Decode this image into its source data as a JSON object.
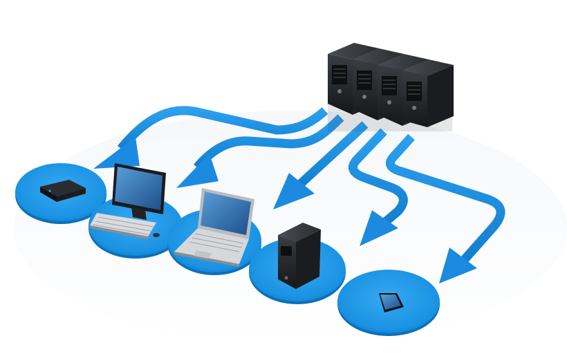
{
  "diagram": {
    "hub": {
      "name": "server-rack",
      "units": 4
    },
    "arrow_color": "#1e8fe0",
    "platform_color": "#1b93e3",
    "devices": [
      {
        "name": "set-top-box",
        "icon": "set-top-box-icon"
      },
      {
        "name": "desktop-computer",
        "icon": "desktop-computer-icon"
      },
      {
        "name": "laptop",
        "icon": "laptop-icon"
      },
      {
        "name": "tower-server",
        "icon": "tower-server-icon"
      },
      {
        "name": "smartphone",
        "icon": "smartphone-icon"
      }
    ]
  }
}
